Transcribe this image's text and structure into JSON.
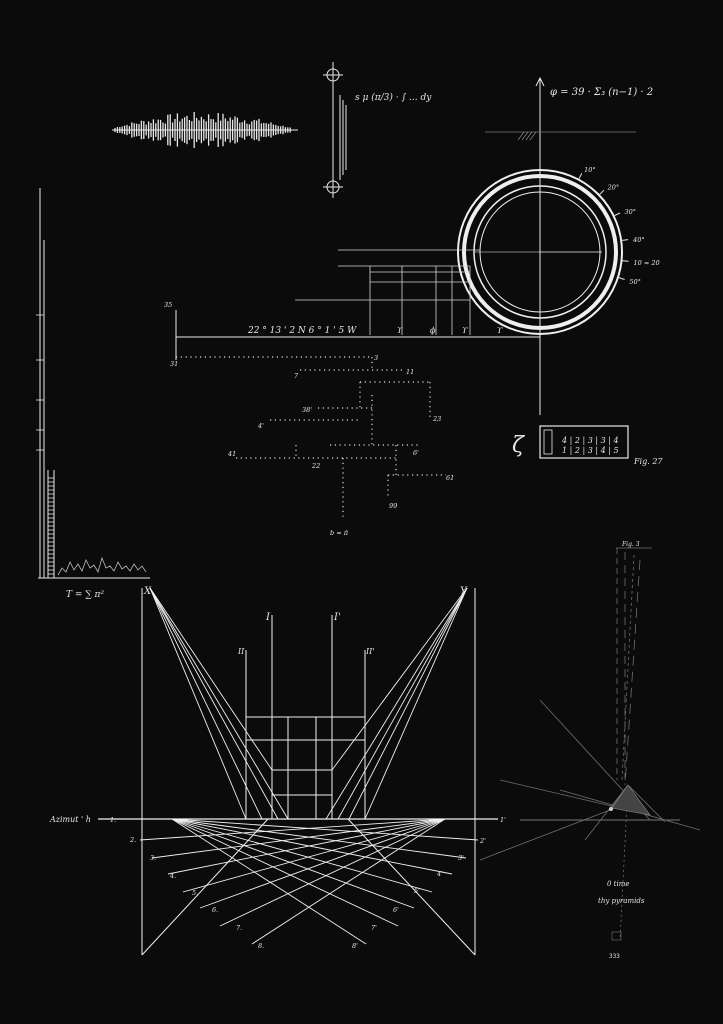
{
  "formula_top": "s μ (π/3) · ∫ ... dy",
  "formula_phi": "φ = 39 · Σ₃ (n−1) · 2",
  "coords": "22 ° 13 ' 2  N    6 ° 1 ' 5  W",
  "ring_ticks": [
    "10°",
    "20°",
    "30°",
    "40°",
    "10 ≈ 20",
    "50°"
  ],
  "dots": {
    "n35": "35",
    "n31": "31",
    "n3": "3",
    "n7": "7",
    "n11": "11",
    "n38": "38'",
    "n23": "23",
    "n4": "4'",
    "n41": "41",
    "n22": "22",
    "n6": "6'",
    "n61": "61",
    "n99": "99",
    "nb": "b ≈ π̄"
  },
  "box_rows": [
    "4 | 2 | 3 | 3 | 4",
    "1 | 2 | 3 | 4 | 5"
  ],
  "zeta": "ζ",
  "fig27": "Fig. 27",
  "formula_left": "T = ∑ π²",
  "azimuth": "Azimut ' h",
  "label_x": "X",
  "label_y": "Y",
  "label_I": "I",
  "label_Iprime": "I'",
  "label_II": "II",
  "label_IIprime": "II'",
  "persp_left": [
    "1.",
    "2.",
    "3.",
    "4.",
    "5.",
    "6.",
    "7.",
    "8."
  ],
  "persp_right": [
    "1'",
    "2'",
    "3'",
    "4'",
    "5'",
    "6'",
    "7'",
    "8'"
  ],
  "fig_small": "Fig. 3",
  "note_lines": [
    "0   time",
    "thy   pyramids"
  ],
  "page_num": "333"
}
